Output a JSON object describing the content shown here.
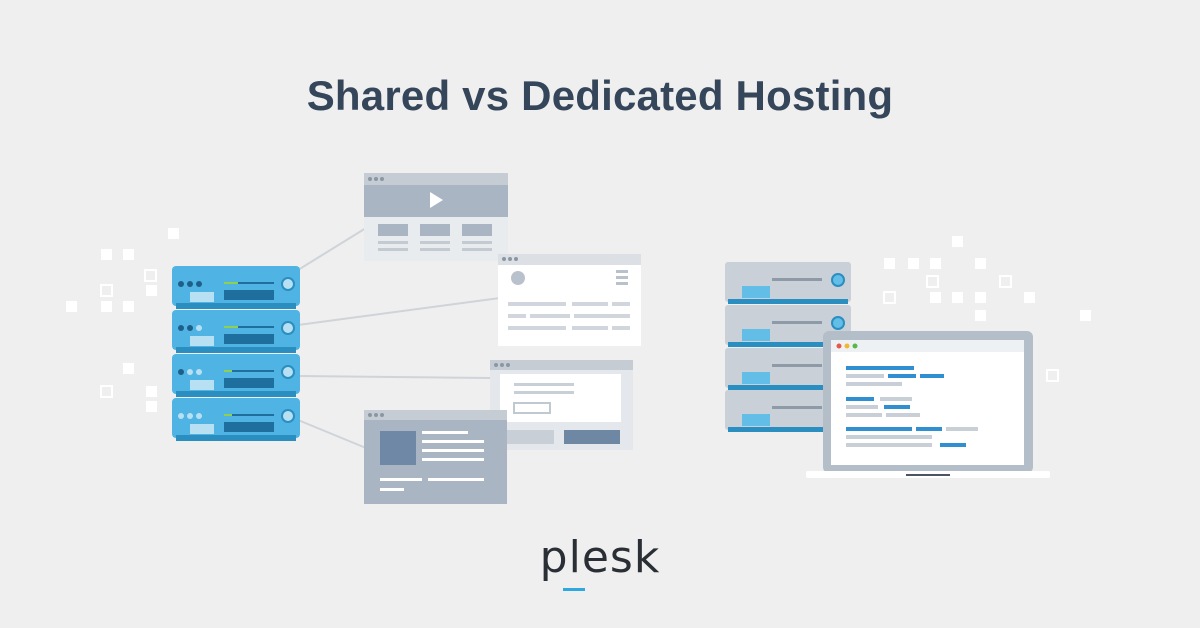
{
  "title": "Shared vs Dedicated Hosting",
  "logo_text": "plesk",
  "colors": {
    "background": "#efefef",
    "title": "#35465a",
    "server_blue": "#4fb3e3",
    "server_gray": "#c9d0d8",
    "accent": "#2f8fd0",
    "logo_underline": "#2fa8e0"
  },
  "illustrations": {
    "left": "shared-hosting-server-rack-with-websites",
    "right": "dedicated-hosting-server-rack-with-laptop"
  }
}
